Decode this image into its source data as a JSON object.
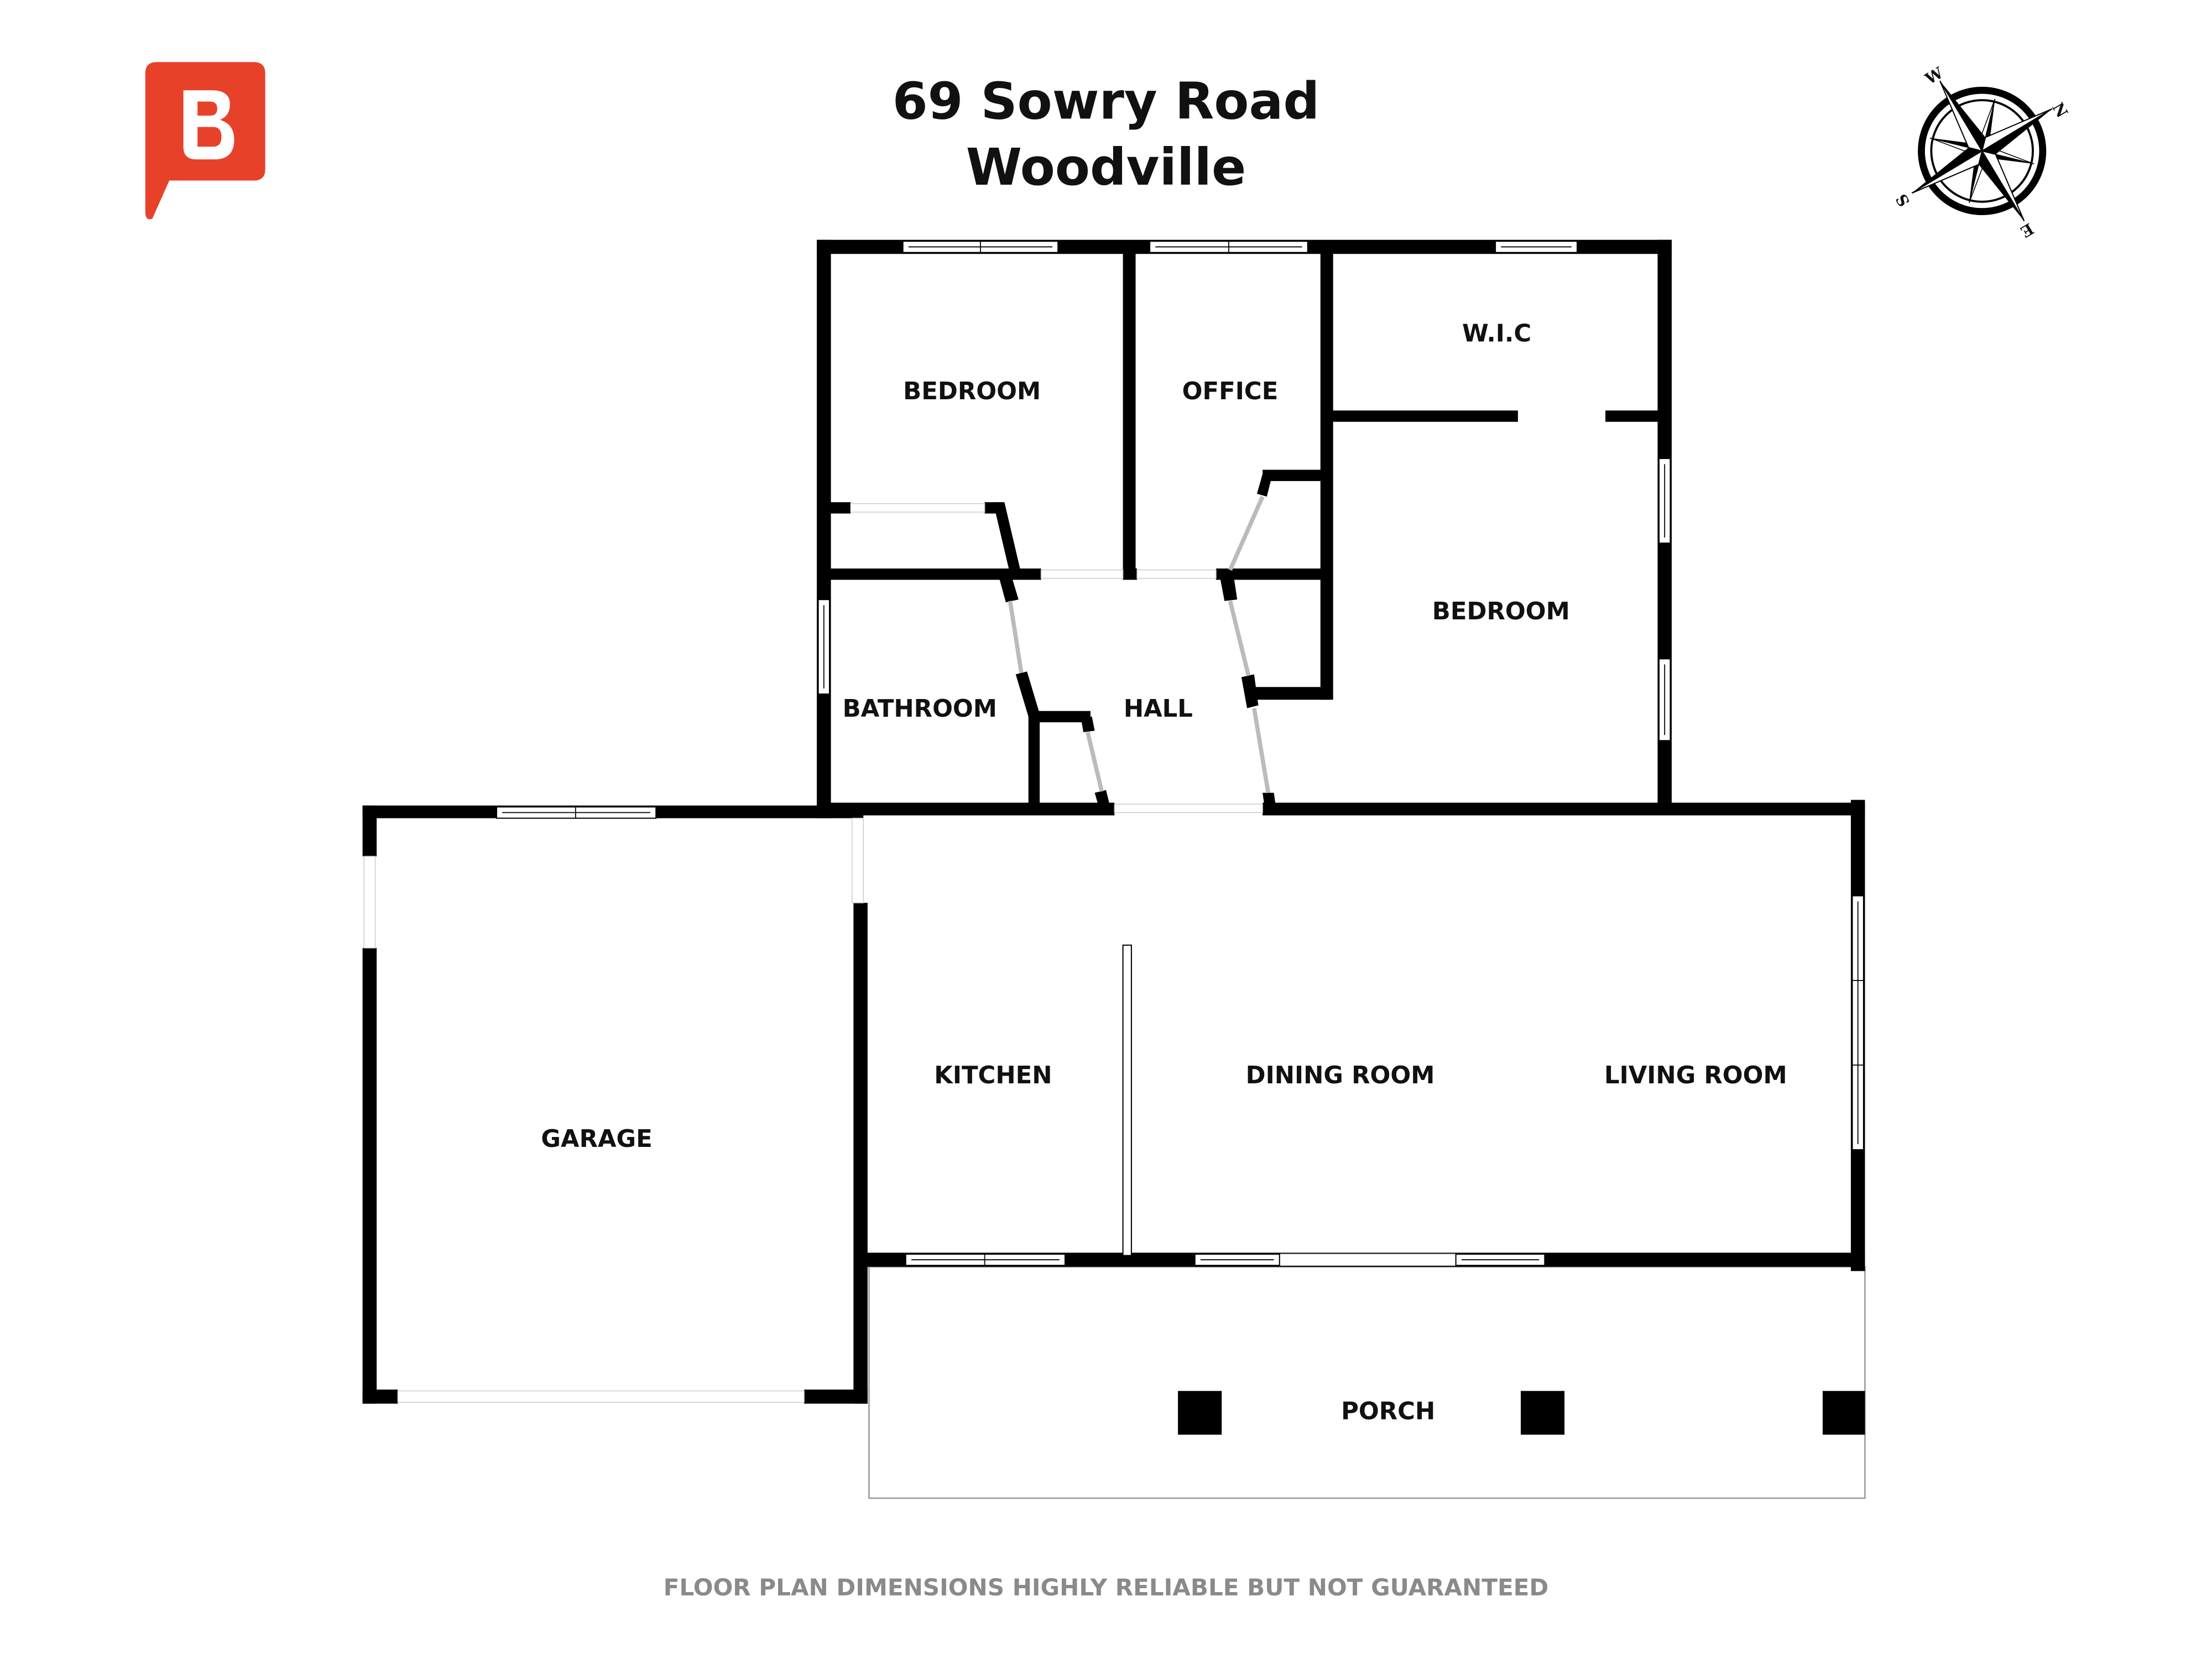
{
  "header": {
    "title_line1": "69 Sowry Road",
    "title_line2": "Woodville"
  },
  "logo": {
    "letter": "B",
    "color": "#E8412A"
  },
  "compass": {
    "n": "N",
    "e": "E",
    "s": "S",
    "w": "W"
  },
  "rooms": {
    "bedroom1": "BEDROOM",
    "office": "OFFICE",
    "wic": "W.I.C",
    "bedroom2": "BEDROOM",
    "bathroom": "BATHROOM",
    "hall": "HALL",
    "kitchen": "KITCHEN",
    "dining": "DINING ROOM",
    "living": "LIVING ROOM",
    "garage": "GARAGE",
    "porch": "PORCH"
  },
  "footer": {
    "disclaimer": "FLOOR PLAN DIMENSIONS HIGHLY RELIABLE BUT NOT GUARANTEED"
  }
}
